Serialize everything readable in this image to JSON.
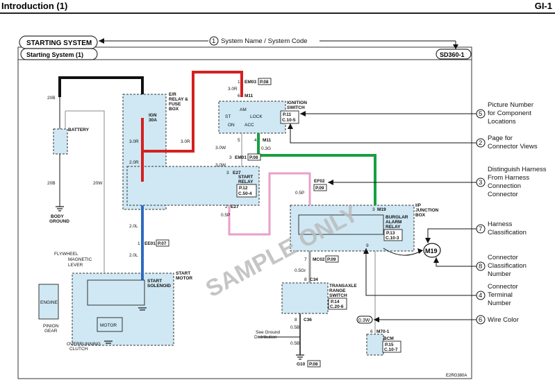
{
  "header": {
    "title": "Introduction (1)",
    "page": "GI-1"
  },
  "diagram": {
    "system_name": "STARTING SYSTEM",
    "sub_title": "Starting System (1)",
    "system_code": "SD360-1",
    "figure_code": "E2RG380A",
    "watermark": "SAMPLE ONLY",
    "components": {
      "relay_box_line1": "E/R",
      "relay_box_line2": "RELAY &",
      "relay_box_line3": "FUSE",
      "relay_box_line4": "BOX",
      "fuse_ign_1": "IGN",
      "fuse_ign_2": "30A",
      "battery": "BATTERY",
      "body_ground_1": "BODY",
      "body_ground_2": "GROUND",
      "ign_switch_1": "IGNITION",
      "ign_switch_2": "SWITCH",
      "ign_ref_1": "P.11",
      "ign_ref_2": "C.10-5",
      "am": "AM",
      "st": "ST",
      "on": "ON",
      "lock": "LOCK",
      "acc": "ACC",
      "start_relay_1": "START",
      "start_relay_2": "RELAY",
      "start_relay_ref_1": "P.12",
      "start_relay_ref_2": "C.50-4",
      "ip_jb_1": "I/P",
      "ip_jb_2": "JUNCTION",
      "ip_jb_3": "BOX",
      "burglar_1": "BURGLAR",
      "burglar_2": "ALARM",
      "burglar_3": "RELAY",
      "burglar_ref_1": "P.13",
      "burglar_ref_2": "C.10-3",
      "start_motor_1": "START",
      "start_motor_2": "MOTOR",
      "start_solenoid_1": "START",
      "start_solenoid_2": "SOLENOID",
      "flywheel": "FLYWHEEL",
      "magnetic": "MAGNETIC",
      "lever": "LEVER",
      "engine": "ENGINE",
      "motor": "MOTOR",
      "pinion_1": "PINION",
      "pinion_2": "GEAR",
      "overrunning_1": "OVERRUNNING",
      "overrunning_2": "CLUTCH",
      "transaxle_1": "TRANSAXLE",
      "transaxle_2": "RANGE",
      "transaxle_3": "SWITCH",
      "transaxle_ref_1": "P.14",
      "transaxle_ref_2": "C.20-6",
      "bcm": "BCM",
      "bcm_ref_1": "P.15",
      "bcm_ref_2": "C.10-7",
      "see_ground_1": "See Ground",
      "see_ground_2": "Distribution",
      "g10": "G10",
      "g10_ref": "P.08",
      "m19": "M19",
      "wire_color_sample": "0.3W"
    },
    "connectors": {
      "em03": "EM03",
      "em03_ref": "P.08",
      "m11_top": "M11",
      "m11_mid": "M11",
      "em01": "EM01",
      "em01_ref": "P.08",
      "e27_top": "E27",
      "e27_bot": "E27",
      "ef02": "EF02",
      "ef02_ref": "P.09",
      "m19_conn": "M19",
      "ee01": "EE01",
      "ee01_ref": "P.07",
      "mc02": "MC02",
      "mc02_ref": "P.09",
      "c34": "C34",
      "c36": "C36",
      "m70": "M70-1"
    },
    "pins": {
      "p1a": "1",
      "p6": "6",
      "p5": "5",
      "p3a": "3",
      "p4": "4",
      "p3b": "3",
      "p1b": "1",
      "p3c": "3",
      "p8a": "8",
      "p7": "7",
      "p8b": "8",
      "p2": "2",
      "p6b": "6",
      "p9": "9"
    },
    "wires": {
      "w20b_top": "20B",
      "w20b_bot": "20B",
      "w20w": "20W",
      "w30r_left": "3.0R",
      "w30r_mid": "3.0R",
      "w30r_top": "3.0R",
      "w20r": "2.0R",
      "w30w_a": "3.0W",
      "w30w_b": "3.0W",
      "w03g": "0.3G",
      "w05p_a": "0.5P",
      "w05p_b": "0.5P",
      "w20l_a": "2.0L",
      "w20l_b": "2.0L",
      "w05gr": "0.5Gr",
      "w05b_a": "0.5B",
      "w05b_b": "0.5B",
      "w03w": "0.3W"
    },
    "callouts": [
      {
        "num": "1",
        "text": "System Name / System Code"
      },
      {
        "num": "5",
        "lines": [
          "Picture Number",
          "for Component",
          "Locations"
        ]
      },
      {
        "num": "2",
        "lines": [
          "Page for",
          "Connector Views"
        ]
      },
      {
        "num": "3",
        "lines": [
          "Distinguish Harness",
          "From Harness",
          "Connection",
          "Connector"
        ]
      },
      {
        "num": "7",
        "lines": [
          "Harness",
          "Classification"
        ]
      },
      {
        "num": "8",
        "lines": [
          "Connector",
          "Classification",
          "Number"
        ]
      },
      {
        "num": "4",
        "lines": [
          "Connector",
          "Terminal",
          "Number"
        ]
      },
      {
        "num": "6",
        "lines": [
          "Wire Color"
        ]
      }
    ]
  }
}
